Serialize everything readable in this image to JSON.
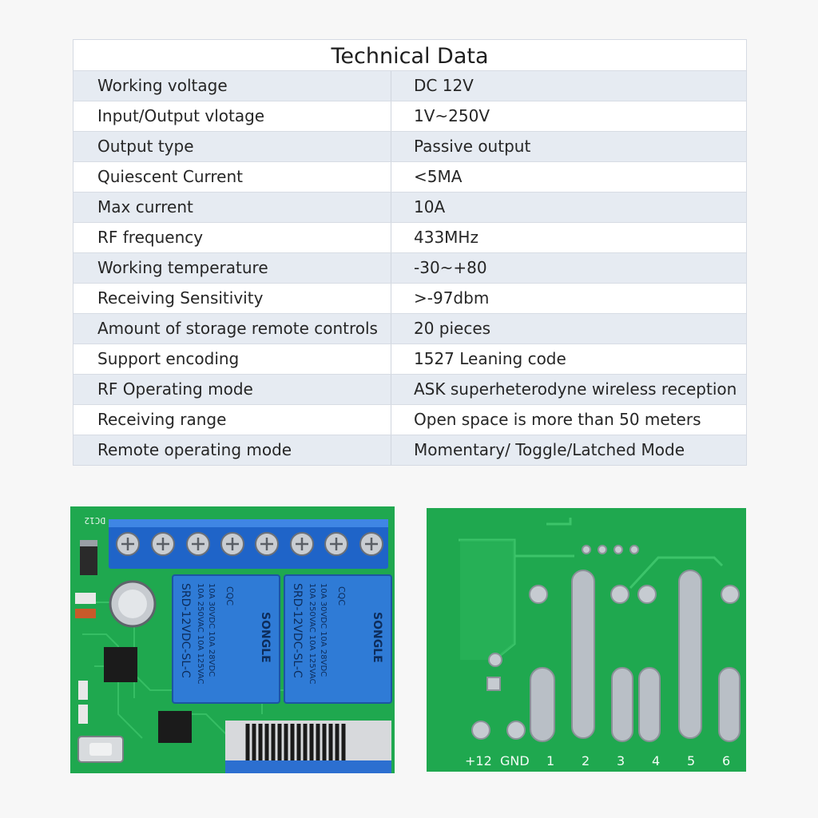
{
  "table": {
    "title": "Technical Data",
    "rows": [
      {
        "label": "Working voltage",
        "value": "DC 12V"
      },
      {
        "label": "Input/Output vlotage",
        "value": "1V~250V"
      },
      {
        "label": "Output type",
        "value": "Passive output"
      },
      {
        "label": "Quiescent Current",
        "value": "<5MA"
      },
      {
        "label": "Max current",
        "value": "10A"
      },
      {
        "label": "RF frequency",
        "value": "433MHz"
      },
      {
        "label": "Working temperature",
        "value": "-30~+80"
      },
      {
        "label": "Receiving Sensitivity",
        "value": ">-97dbm"
      },
      {
        "label": "Amount of storage remote controls",
        "value": "20 pieces"
      },
      {
        "label": "Support encoding",
        "value": "1527 Leaning code"
      },
      {
        "label": "RF Operating mode",
        "value": "ASK superheterodyne wireless reception"
      },
      {
        "label": "Receiving range",
        "value": "Open space is more than 50 meters"
      },
      {
        "label": "Remote operating mode",
        "value": "Momentary/ Toggle/Latched Mode"
      }
    ]
  },
  "front_board": {
    "dc_label": "DC12",
    "relay_brand": "SONGLE",
    "relay_model": "SRD-12VDC-SL-C",
    "relay_rating_1": "10A 250VAC  10A 125VAC",
    "relay_rating_2": "10A 30VDC   10A 28VDC",
    "relay_logo": "CQC"
  },
  "back_board": {
    "pin_labels": [
      "+12",
      "GND",
      "1",
      "2",
      "3",
      "4",
      "5",
      "6"
    ]
  },
  "colors": {
    "pcb_green": "#1fa84f",
    "terminal_blue": "#1f64c8",
    "relay_blue": "#2f7bd6",
    "table_alt_row": "#e6ebf2"
  }
}
